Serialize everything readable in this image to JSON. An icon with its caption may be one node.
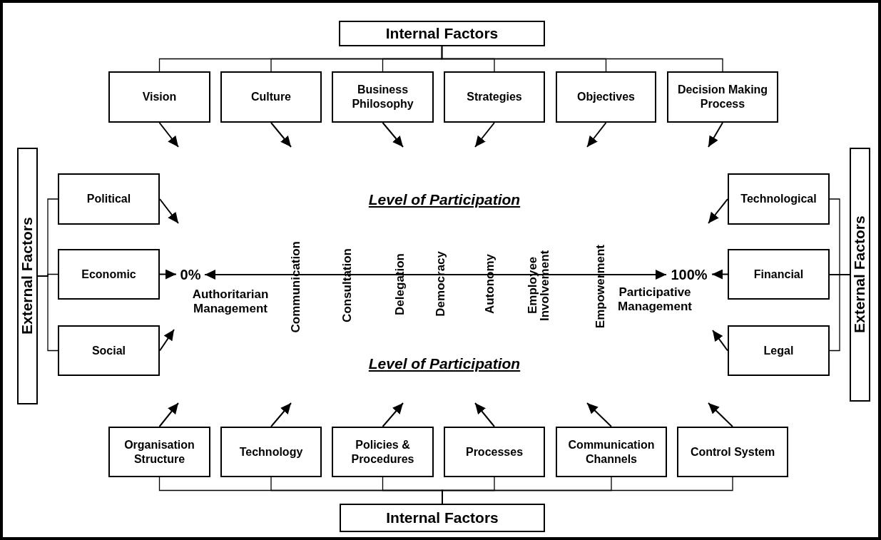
{
  "diagram": {
    "nodes": [
      {
        "text": [
          "Internal Factors"
        ]
      },
      {
        "text": [
          "Vision"
        ]
      },
      {
        "text": [
          "Culture"
        ]
      },
      {
        "text": [
          "Business Philosophy"
        ]
      },
      {
        "text": [
          "Strategies"
        ]
      },
      {
        "text": [
          "Objectives"
        ]
      },
      {
        "text": [
          "Decision Making Process"
        ]
      },
      {
        "text": [
          "External Factors"
        ]
      },
      {
        "text": [
          "Political"
        ]
      },
      {
        "text": [
          "Technological"
        ]
      },
      {
        "text": [
          "Economic"
        ]
      },
      {
        "text": [
          "0%"
        ],
        "beside": [
          "Authoritarian Management"
        ]
      },
      {
        "text": [
          "100%"
        ],
        "beside": [
          "Participative Management"
        ]
      },
      {
        "text": [
          "Financial"
        ]
      },
      {
        "text": [
          "Social"
        ]
      },
      {
        "text": [
          "Legal"
        ]
      },
      {
        "text": [
          "External Factors"
        ]
      },
      {
        "text": [
          "Organisation Structure"
        ]
      },
      {
        "text": [
          "Technology"
        ]
      },
      {
        "text": [
          "Policies & Procedures"
        ]
      },
      {
        "text": [
          "Processes"
        ]
      },
      {
        "text": [
          "Communication Channels"
        ]
      },
      {
        "text": [
          "Control System"
        ]
      },
      {
        "text": [
          "Internal Factors"
        ]
      }
    ],
    "edges": [
      {
        "from": 0,
        "to": 1,
        "arrow": "none"
      },
      {
        "from": 0,
        "to": 2,
        "arrow": "none"
      },
      {
        "from": 0,
        "to": 3,
        "arrow": "none"
      },
      {
        "from": 0,
        "to": 4,
        "arrow": "none"
      },
      {
        "from": 0,
        "to": 5,
        "arrow": "none"
      },
      {
        "from": 0,
        "to": 6,
        "arrow": "none"
      },
      {
        "from": 1,
        "to": null,
        "arrow": "to"
      },
      {
        "from": 2,
        "to": null,
        "arrow": "to"
      },
      {
        "from": 3,
        "to": null,
        "arrow": "to"
      },
      {
        "from": 4,
        "to": null,
        "arrow": "to"
      },
      {
        "from": 5,
        "to": null,
        "arrow": "to"
      },
      {
        "from": 6,
        "to": null,
        "arrow": "to"
      },
      {
        "from": 7,
        "to": 8,
        "arrow": "none"
      },
      {
        "from": 7,
        "to": 10,
        "arrow": "none"
      },
      {
        "from": 7,
        "to": 14,
        "arrow": "none"
      },
      {
        "from": 16,
        "to": 9,
        "arrow": "none"
      },
      {
        "from": 16,
        "to": 13,
        "arrow": "none"
      },
      {
        "from": 16,
        "to": 15,
        "arrow": "none"
      },
      {
        "from": 8,
        "to": null,
        "arrow": "to"
      },
      {
        "from": 14,
        "to": null,
        "arrow": "to"
      },
      {
        "from": 9,
        "to": null,
        "arrow": "to"
      },
      {
        "from": 15,
        "to": null,
        "arrow": "to"
      },
      {
        "from": 10,
        "to": 11,
        "arrow": "to"
      },
      {
        "from": 13,
        "to": 12,
        "arrow": "to"
      },
      {
        "from": 11,
        "to": 12,
        "arrow": "both"
      },
      {
        "from": 23,
        "to": 17,
        "arrow": "none"
      },
      {
        "from": 23,
        "to": 18,
        "arrow": "none"
      },
      {
        "from": 23,
        "to": 19,
        "arrow": "none"
      },
      {
        "from": 23,
        "to": 20,
        "arrow": "none"
      },
      {
        "from": 23,
        "to": 21,
        "arrow": "none"
      },
      {
        "from": 23,
        "to": 22,
        "arrow": "none"
      },
      {
        "from": 17,
        "to": null,
        "arrow": "to"
      },
      {
        "from": 18,
        "to": null,
        "arrow": "to"
      },
      {
        "from": 19,
        "to": null,
        "arrow": "to"
      },
      {
        "from": 20,
        "to": null,
        "arrow": "to"
      },
      {
        "from": 21,
        "to": null,
        "arrow": "to"
      },
      {
        "from": 22,
        "to": null,
        "arrow": "to"
      }
    ],
    "labels": [
      "Level of Participation",
      "Communication",
      "Consultation",
      "Delegation",
      "Democracy",
      "Autonomy",
      "Employee Involvement",
      "Empowerment",
      "Level of Participation"
    ]
  }
}
